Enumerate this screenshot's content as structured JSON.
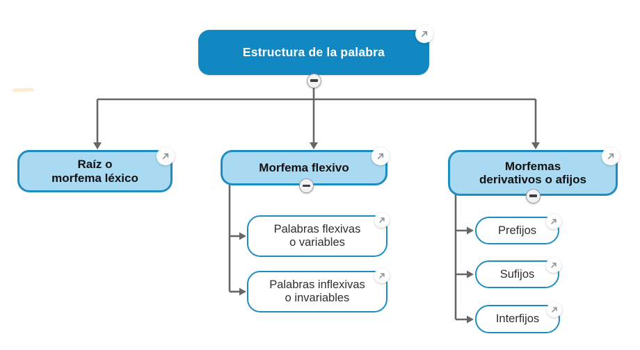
{
  "colors": {
    "root_fill": "#1188c1",
    "root_text": "#ffffff",
    "node_fill": "#a9daf2",
    "node_border": "#1d8dc0",
    "leaf_fill": "#ffffff",
    "leaf_text": "#2e2e2e",
    "level1_text": "#111111",
    "connector": "#666666",
    "icon_gray": "#8a8f94"
  },
  "icons": {
    "expand_icon": "↗",
    "collapse_icon": "−"
  },
  "diagram": {
    "root": {
      "label": "Estructura de la palabra"
    },
    "level1": [
      {
        "lines": [
          "Raíz o",
          "morfema léxico"
        ]
      },
      {
        "lines": [
          "Morfema flexivo"
        ]
      },
      {
        "lines": [
          "Morfemas",
          "derivativos o afijos"
        ]
      }
    ],
    "flexivo_children": [
      {
        "lines": [
          "Palabras flexivas",
          "o variables"
        ]
      },
      {
        "lines": [
          "Palabras inflexivas",
          "o invariables"
        ]
      }
    ],
    "derivativos_children": [
      {
        "label": "Prefijos"
      },
      {
        "label": "Sufijos"
      },
      {
        "label": "Interfijos"
      }
    ]
  }
}
